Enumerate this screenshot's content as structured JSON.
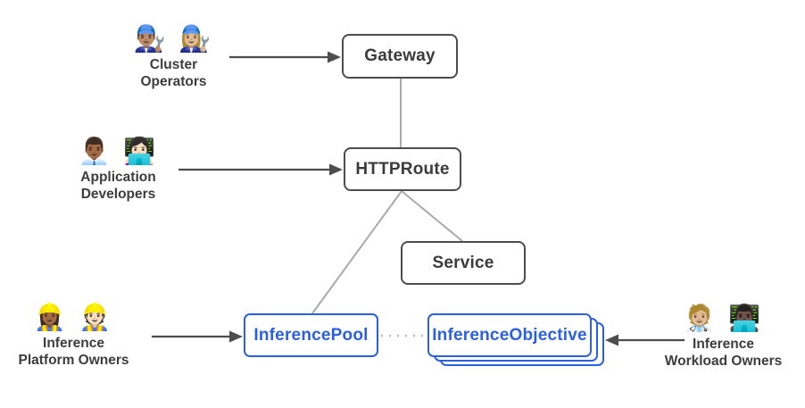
{
  "colors": {
    "resource_border": "#4d4d4d",
    "resource_text": "#3b3b3b",
    "inference_accent": "#2b60e0",
    "connector_gray": "#a9a9a9",
    "dot_gray": "#b9b9b9",
    "arrow_gray": "#4d4d4d",
    "actor_text": "#3d3d3d",
    "bg": "#ffffff"
  },
  "nodes": {
    "gateway": {
      "label": "Gateway"
    },
    "httproute": {
      "label": "HTTPRoute"
    },
    "service": {
      "label": "Service"
    },
    "inference_pool": {
      "label": "InferencePool"
    },
    "inference_objective": {
      "label": "InferenceObjective"
    }
  },
  "actors": {
    "cluster_operators": {
      "emoji": "👨🏽‍🔧 👩🏼‍🔧",
      "lines": [
        "Cluster",
        "Operators"
      ]
    },
    "application_developers": {
      "emoji": "👨🏾‍💼 👩🏻‍💻",
      "lines": [
        "Application",
        "Developers"
      ]
    },
    "inference_platform_owners": {
      "emoji": "👷🏾‍♀️ 👷🏻",
      "lines": [
        "Inference",
        "Platform Owners"
      ]
    },
    "inference_workload_owners": {
      "emoji": "🧑🏼‍⚕️ 👨🏿‍💻",
      "lines": [
        "Inference",
        "Workload Owners"
      ]
    }
  }
}
